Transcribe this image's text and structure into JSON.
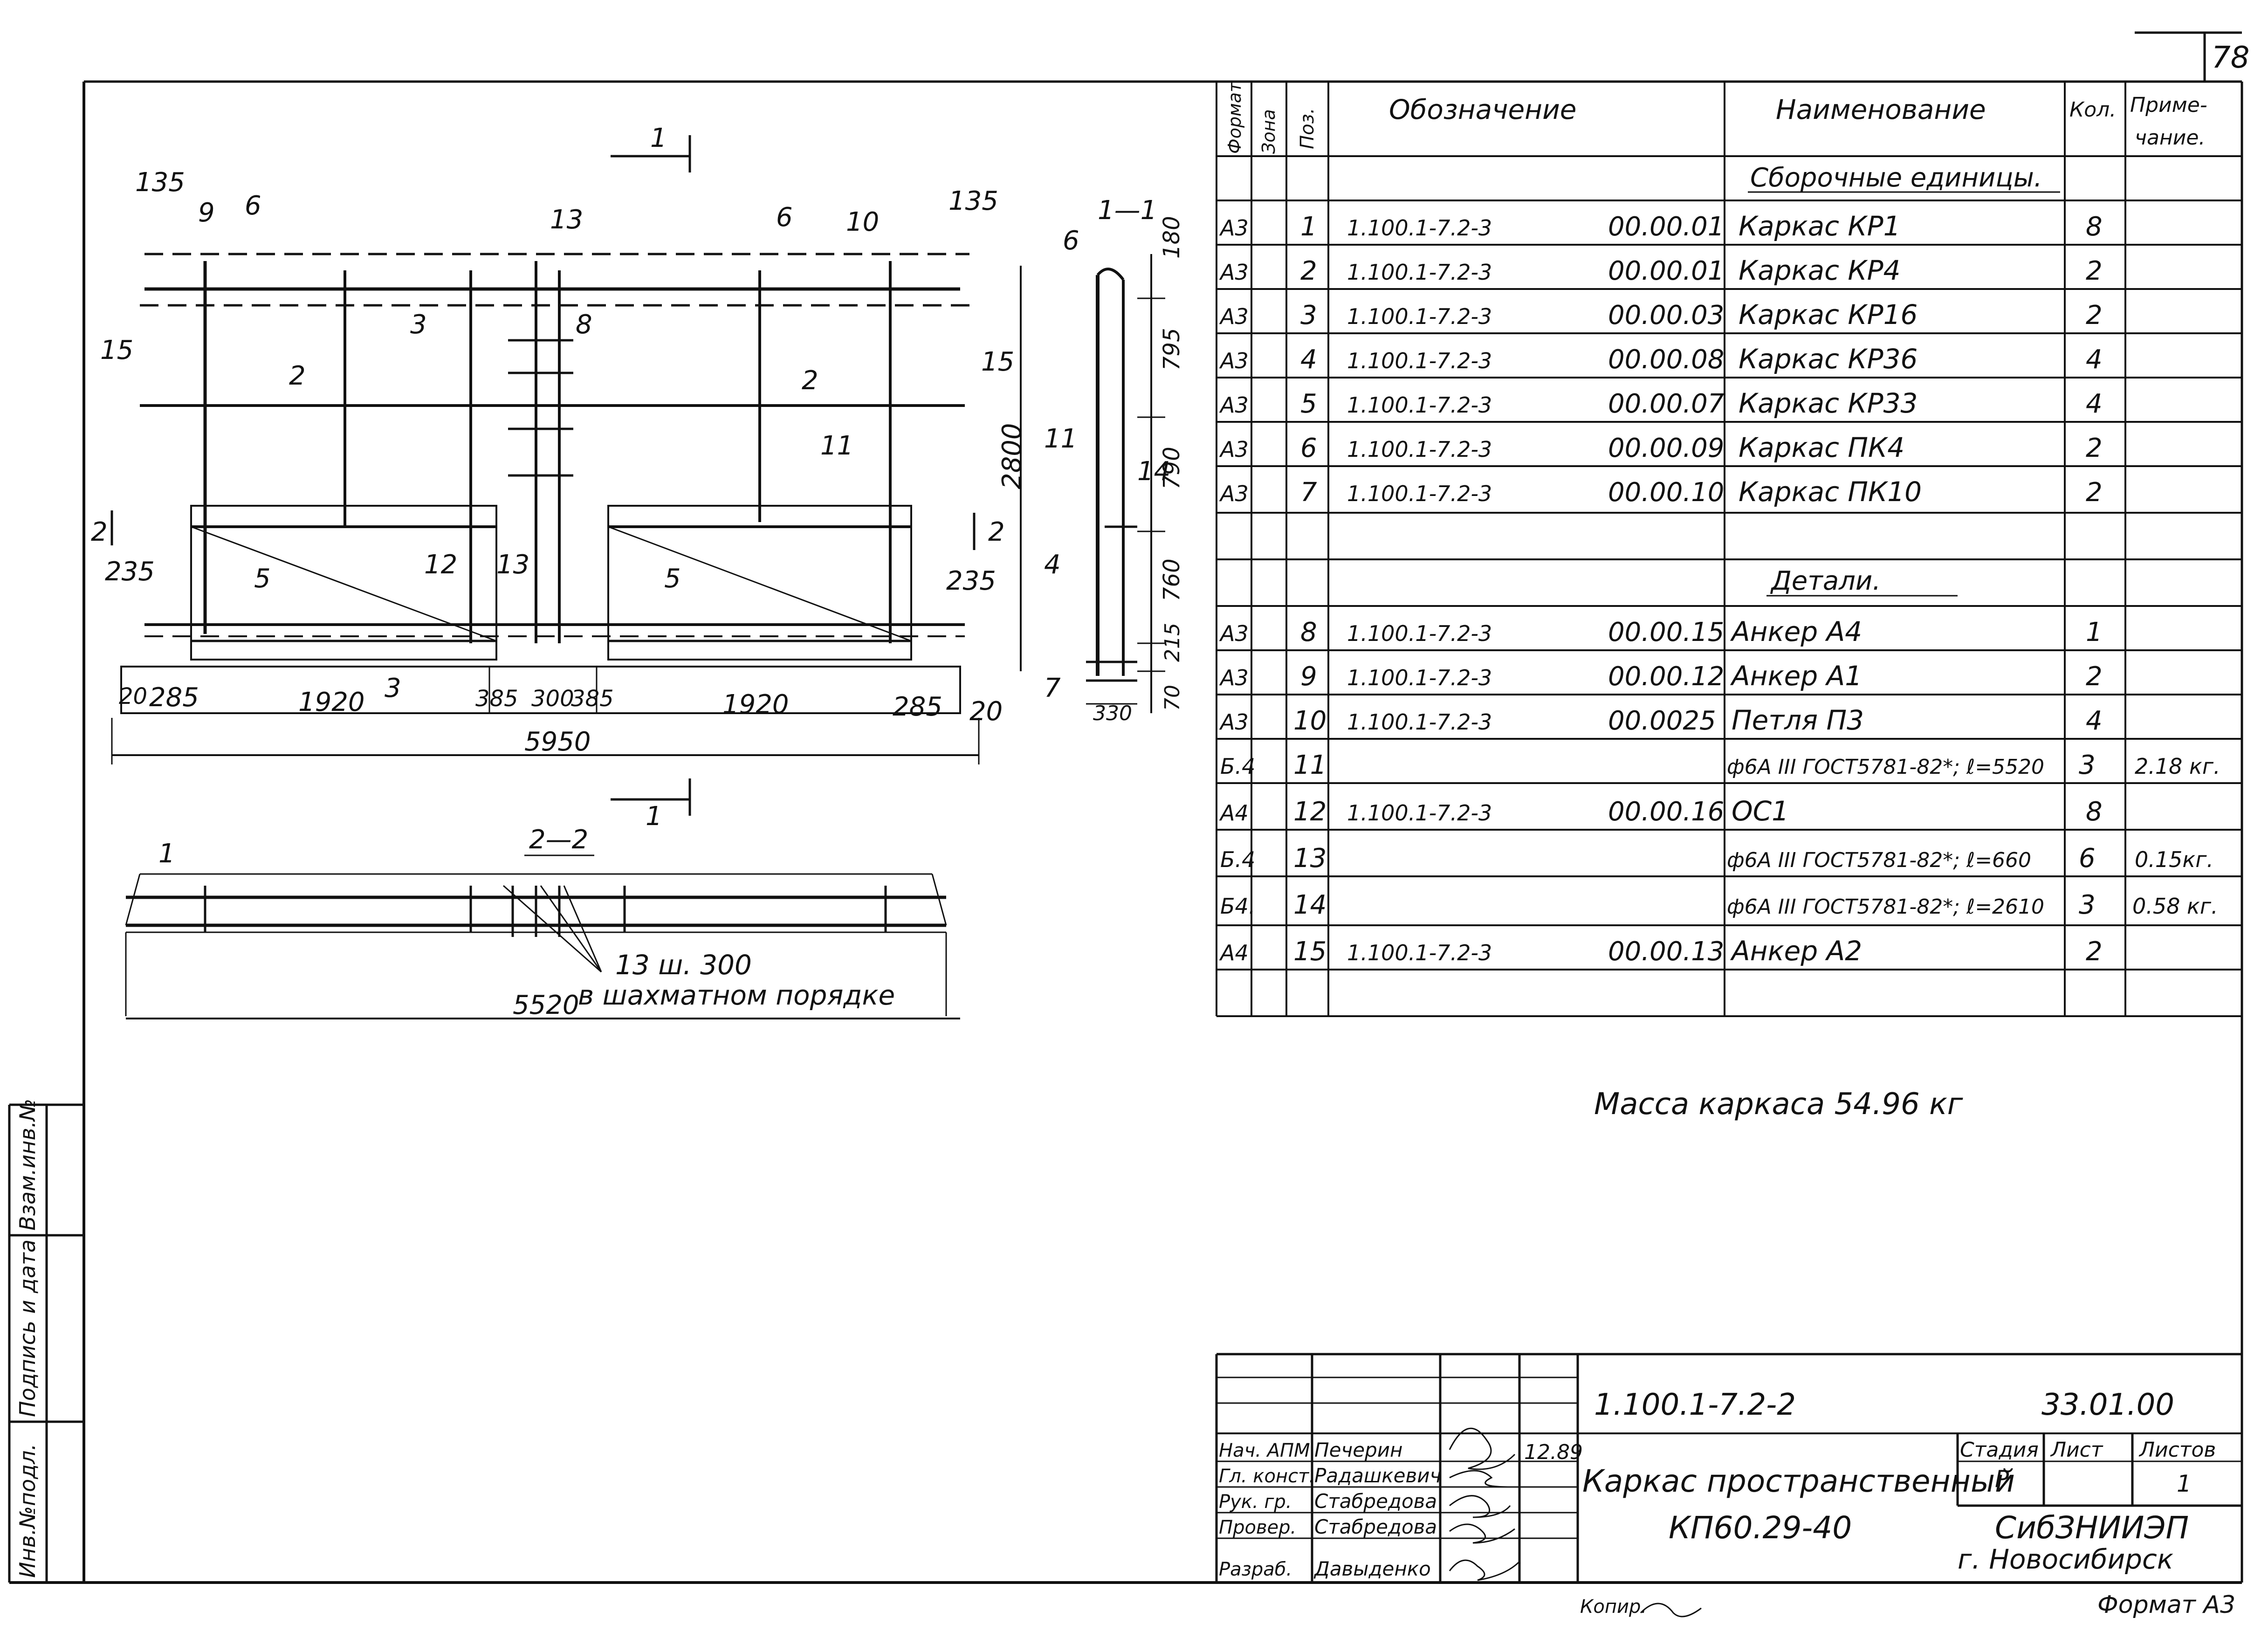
{
  "sheet_number": "78",
  "spec_header": {
    "format": "Формат",
    "zone": "Зона",
    "pos": "Поз.",
    "designation": "Обозначение",
    "name": "Наименование",
    "qty": "Кол.",
    "note_1": "Приме-",
    "note_2": "чание."
  },
  "sections": {
    "assemblies": "Сборочные единицы.",
    "details": "Детали."
  },
  "rows": [
    {
      "fmt": "А3",
      "pos": "1",
      "doc": "1.100.1-7.2-3",
      "code": "00.00.01",
      "name": "Каркас  КР1",
      "qty": "8",
      "note": ""
    },
    {
      "fmt": "А3",
      "pos": "2",
      "doc": "1.100.1-7.2-3",
      "code": "00.00.01",
      "name": "Каркас  КР4",
      "qty": "2",
      "note": ""
    },
    {
      "fmt": "А3",
      "pos": "3",
      "doc": "1.100.1-7.2-3",
      "code": "00.00.03",
      "name": "Каркас  КР16",
      "qty": "2",
      "note": ""
    },
    {
      "fmt": "А3",
      "pos": "4",
      "doc": "1.100.1-7.2-3",
      "code": "00.00.08",
      "name": "Каркас  КР36",
      "qty": "4",
      "note": ""
    },
    {
      "fmt": "А3",
      "pos": "5",
      "doc": "1.100.1-7.2-3",
      "code": "00.00.07",
      "name": "Каркас  КР33",
      "qty": "4",
      "note": ""
    },
    {
      "fmt": "А3",
      "pos": "6",
      "doc": "1.100.1-7.2-3",
      "code": "00.00.09",
      "name": "Каркас  ПК4",
      "qty": "2",
      "note": ""
    },
    {
      "fmt": "А3",
      "pos": "7",
      "doc": "1.100.1-7.2-3",
      "code": "00.00.10",
      "name": "Каркас  ПК10",
      "qty": "2",
      "note": ""
    },
    {
      "fmt": "А3",
      "pos": "8",
      "doc": "1.100.1-7.2-3",
      "code": "00.00.15",
      "name": "Анкер  А4",
      "qty": "1",
      "note": ""
    },
    {
      "fmt": "А3",
      "pos": "9",
      "doc": "1.100.1-7.2-3",
      "code": "00.00.12",
      "name": "Анкер  А1",
      "qty": "2",
      "note": ""
    },
    {
      "fmt": "А3",
      "pos": "10",
      "doc": "1.100.1-7.2-3",
      "code": "00.0025",
      "name": "Петля  П3",
      "qty": "4",
      "note": ""
    },
    {
      "fmt": "Б.4",
      "pos": "11",
      "doc": "",
      "code": "",
      "name": "ф6А III ГОСТ5781-82*; ℓ=5520",
      "qty": "3",
      "note": "2.18 кг."
    },
    {
      "fmt": "А4",
      "pos": "12",
      "doc": "1.100.1-7.2-3",
      "code": "00.00.16",
      "name": "ОС1",
      "qty": "8",
      "note": ""
    },
    {
      "fmt": "Б.4",
      "pos": "13",
      "doc": "",
      "code": "",
      "name": "ф6А III ГОСТ5781-82*; ℓ=660",
      "qty": "6",
      "note": "0.15кг."
    },
    {
      "fmt": "Б4.",
      "pos": "14",
      "doc": "",
      "code": "",
      "name": "ф6А III ГОСТ5781-82*; ℓ=2610",
      "qty": "3",
      "note": "0.58 кг."
    },
    {
      "fmt": "А4",
      "pos": "15",
      "doc": "1.100.1-7.2-3",
      "code": "00.00.13",
      "name": "Анкер  А2",
      "qty": "2",
      "note": ""
    }
  ],
  "mass_note": "Масса   каркаса 54.96 кг",
  "section_labels": {
    "cut_1": "1",
    "cut_2": "2",
    "view_11": "1—1",
    "view_22": "2—2"
  },
  "callouts": [
    "1",
    "2",
    "3",
    "4",
    "5",
    "6",
    "7",
    "8",
    "9",
    "10",
    "11",
    "12",
    "13",
    "14",
    "15"
  ],
  "dimensions": {
    "plan_bottom": [
      "20",
      "285",
      "1920",
      "385",
      "300",
      "385",
      "1920",
      "285",
      "20"
    ],
    "plan_total": "5950",
    "plan_height": "2800",
    "plan_top_left": "135",
    "plan_top_right": "135",
    "plan_side_left": "235",
    "plan_side_right": "235",
    "side_view": [
      "180",
      "795",
      "790",
      "760",
      "215",
      "70"
    ],
    "side_view_width": "330",
    "section_22_total": "5520",
    "section_22_note_1": "13  ш. 300",
    "section_22_note_2": "в шахматном порядке"
  },
  "title_block": {
    "doc_number": "1.100.1-7.2-2",
    "code": "33.01.00",
    "date": "12.89",
    "title_line_1": "Каркас пространственный",
    "title_line_2": "КП60.29-40",
    "stage_header": "Стадия",
    "sheet_header": "Лист",
    "sheets_header": "Листов",
    "stage": "Р",
    "sheet": "1",
    "org_1": "СибЗНИИЭП",
    "org_2": "г. Новосибирск",
    "roles": [
      {
        "role": "Нач. АПМ",
        "name": "Печерин"
      },
      {
        "role": "Гл. конст.",
        "name": "Радашкевич"
      },
      {
        "role": "Рук. гр.",
        "name": "Стабредова"
      },
      {
        "role": "Провер.",
        "name": "Стабредова"
      },
      {
        "role": "Разраб.",
        "name": "Давыденко"
      }
    ],
    "copy_label": "Копир.",
    "format_label": "Формат А3"
  },
  "left_strip": {
    "inv": "Инв.№подл.",
    "sign": "Подпись и дата",
    "vzam": "Взам.инв.№"
  }
}
